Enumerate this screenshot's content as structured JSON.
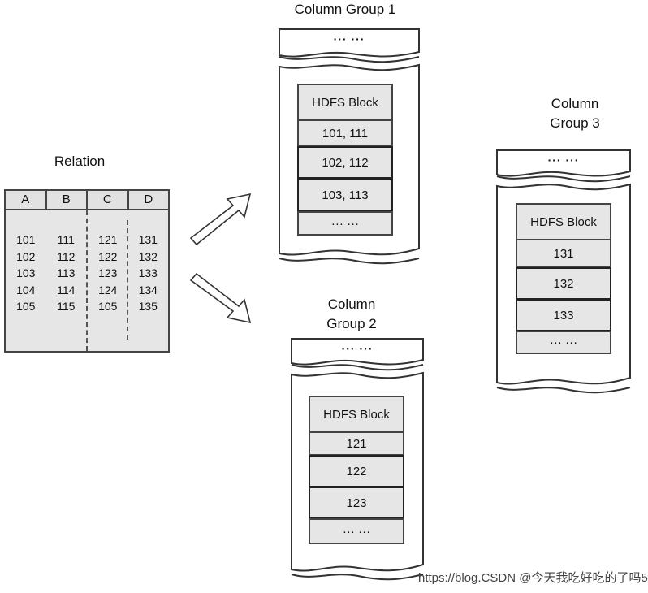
{
  "relation": {
    "title": "Relation",
    "headers": [
      "A",
      "B",
      "C",
      "D"
    ],
    "columns": [
      [
        "101",
        "102",
        "103",
        "104",
        "105"
      ],
      [
        "111",
        "112",
        "113",
        "114",
        "115"
      ],
      [
        "121",
        "122",
        "123",
        "124",
        "105"
      ],
      [
        "131",
        "132",
        "133",
        "134",
        "135"
      ]
    ]
  },
  "groups": {
    "group1": {
      "title": "Column Group 1",
      "top_dots": "··· ···",
      "blocks": [
        "HDFS Block",
        "101, 111",
        "102, 112",
        "103, 113",
        "··· ···"
      ]
    },
    "group2": {
      "title_line1": "Column",
      "title_line2": "Group 2",
      "top_dots": "··· ···",
      "blocks": [
        "HDFS Block",
        "121",
        "122",
        "123",
        "··· ···"
      ]
    },
    "group3": {
      "title_line1": "Column",
      "title_line2": "Group 3",
      "top_dots": "··· ···",
      "blocks": [
        "HDFS Block",
        "131",
        "132",
        "133",
        "··· ···"
      ]
    }
  },
  "watermark": "https://blog.CSDN @今天我吃好吃的了吗5"
}
